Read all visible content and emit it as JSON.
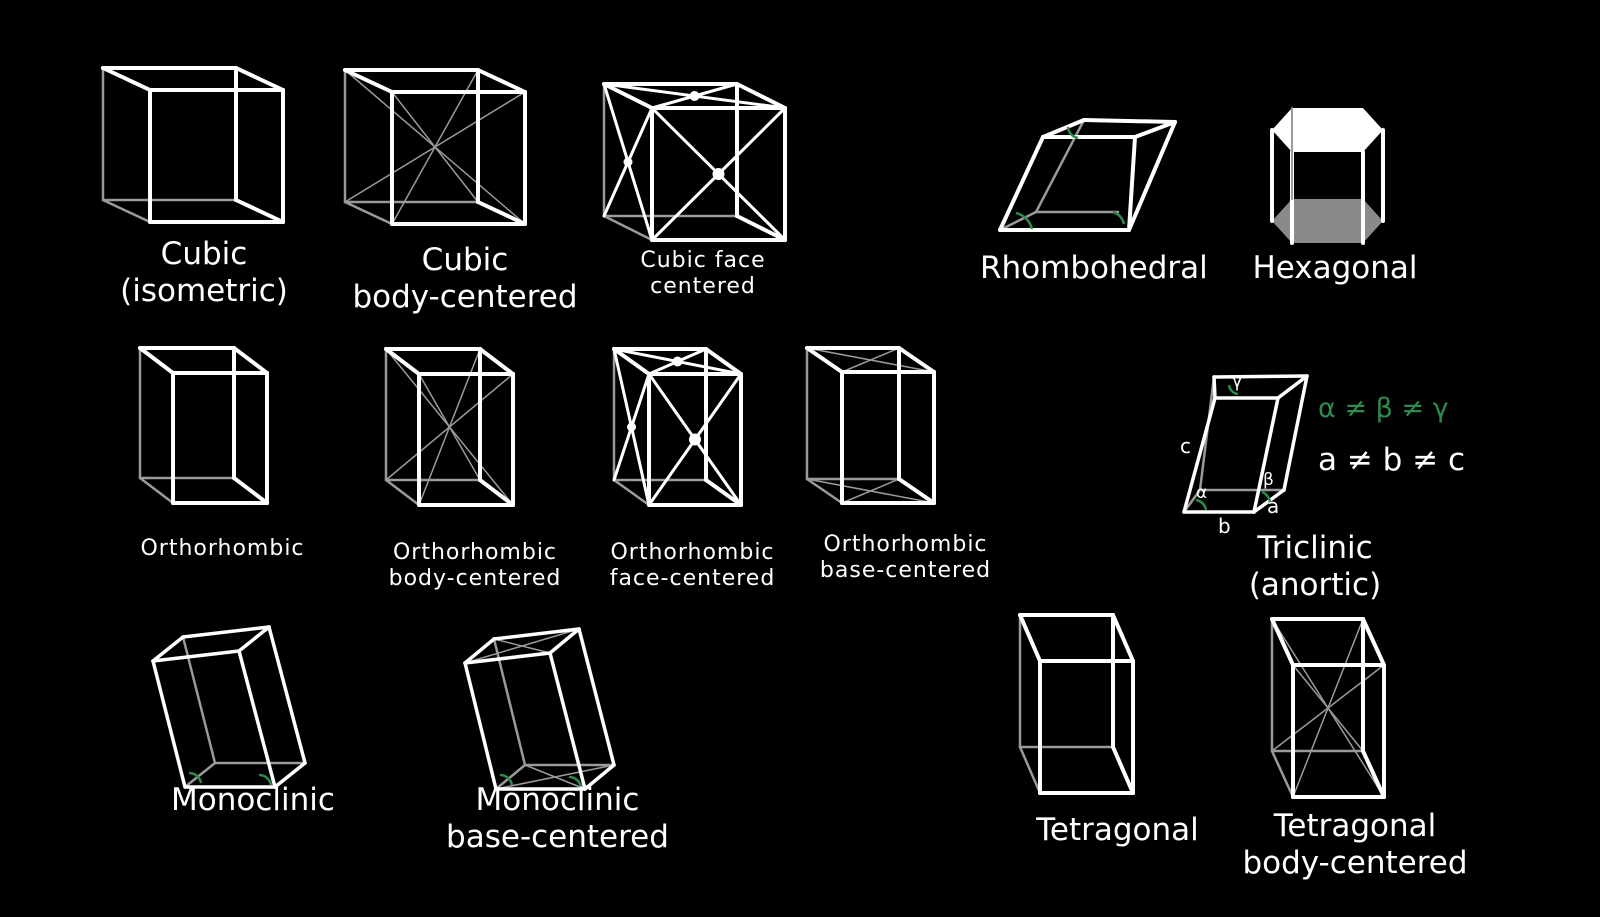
{
  "colors": {
    "background": "#000000",
    "edge_front": "#ffffff",
    "edge_back": "#9a9a9a",
    "angle_mark": "#2e8b4e",
    "hex_base": "#8a8a8a"
  },
  "labels": {
    "cubic": [
      "Cubic",
      "(isometric)"
    ],
    "cubic_bc": [
      "Cubic",
      "body-centered"
    ],
    "cubic_fc": [
      "Cubic face",
      "centered"
    ],
    "rhombohedral": [
      "Rhombohedral"
    ],
    "hexagonal": [
      "Hexagonal"
    ],
    "ortho": [
      "Orthorhombic"
    ],
    "ortho_bc": [
      "Orthorhombic",
      "body-centered"
    ],
    "ortho_fc": [
      "Orthorhombic",
      "face-centered"
    ],
    "ortho_base": [
      "Orthorhombic",
      "base-centered"
    ],
    "triclinic": [
      "Triclinic",
      "(anortic)"
    ],
    "mono": [
      "Monoclinic"
    ],
    "mono_base": [
      "Monoclinic",
      "base-centered"
    ],
    "tetra": [
      "Tetragonal"
    ],
    "tetra_bc": [
      "Tetragonal",
      "body-centered"
    ]
  },
  "triclinic_relations": {
    "angles": "α ≠ β ≠ γ",
    "edges": "a ≠ b ≠ c"
  },
  "triclinic_axes": {
    "a": "a",
    "b": "b",
    "c": "c",
    "alpha": "α",
    "beta": "β",
    "gamma": "γ"
  }
}
